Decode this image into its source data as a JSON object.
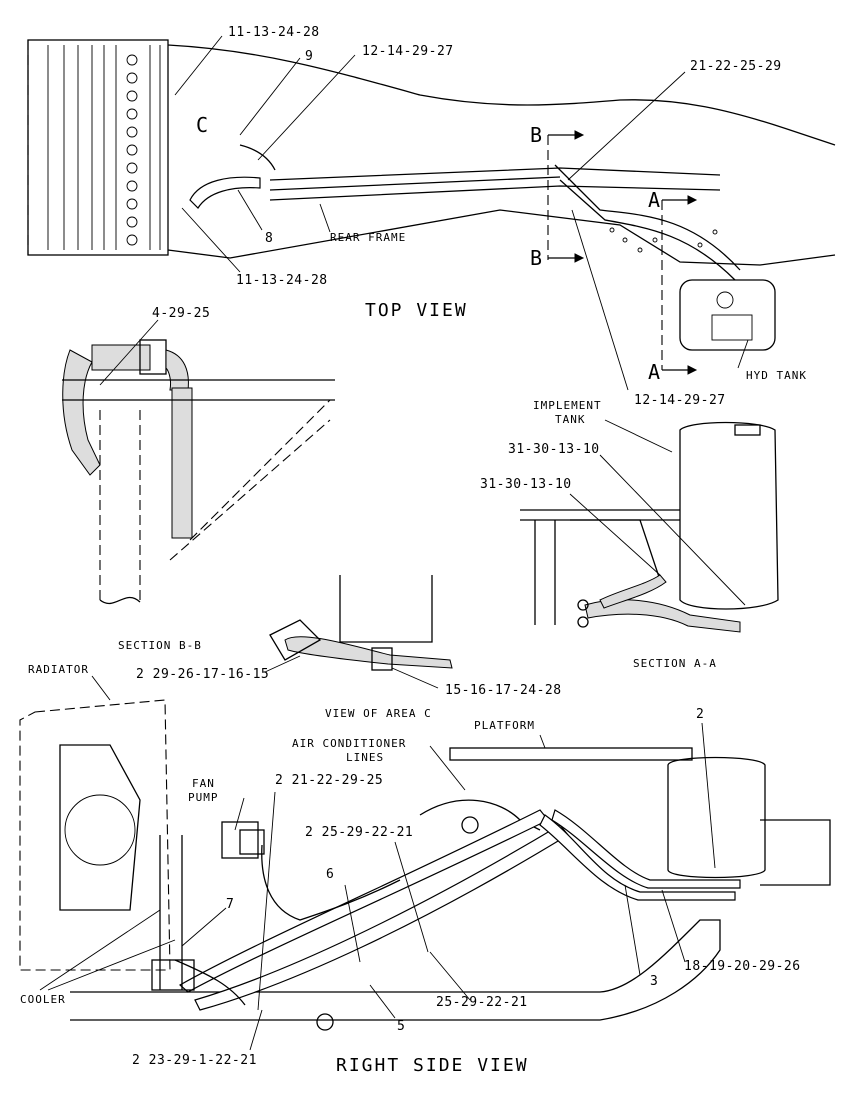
{
  "views": {
    "top_view": "TOP VIEW",
    "section_bb": "SECTION B-B",
    "view_area_c": "VIEW OF AREA C",
    "section_aa": "SECTION A-A",
    "right_side_view": "RIGHT SIDE VIEW"
  },
  "component_labels": {
    "rear_frame": "REAR FRAME",
    "hyd_tank": "HYD TANK",
    "implement_tank_line1": "IMPLEMENT",
    "implement_tank_line2": "TANK",
    "radiator": "RADIATOR",
    "platform": "PLATFORM",
    "air_cond_line1": "AIR CONDITIONER",
    "air_cond_line2": "LINES",
    "fan_pump_line1": "FAN",
    "fan_pump_line2": "PUMP",
    "cooler": "COOLER"
  },
  "section_markers": {
    "b_top": "B",
    "b_bottom": "B",
    "a_top": "A",
    "a_bottom": "A",
    "c": "C"
  },
  "callouts": {
    "c1": "11-13-24-28",
    "c2": "9",
    "c3": "12-14-29-27",
    "c4": "21-22-25-29",
    "c5": "8",
    "c6": "11-13-24-28",
    "c7": "4-29-25",
    "c8": "12-14-29-27",
    "c9": "31-30-13-10",
    "c10": "31-30-13-10",
    "c11": "2 29-26-17-16-15",
    "c12": "15-16-17-24-28",
    "c13": "2",
    "c14": "2 21-22-29-25",
    "c15": "2 25-29-22-21",
    "c16": "6",
    "c17": "7",
    "c18": "18-19-20-29-26",
    "c19": "3",
    "c20": "25-29-22-21",
    "c21": "5",
    "c22": "2 23-29-1-22-21"
  }
}
